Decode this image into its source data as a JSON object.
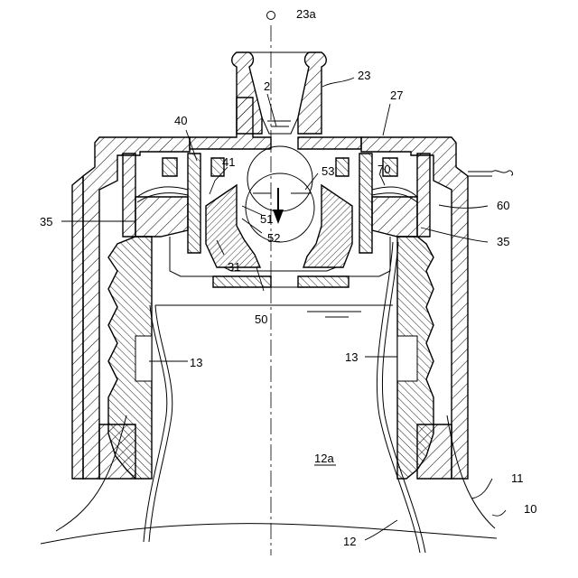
{
  "figure": {
    "labels": {
      "l23a": "23a",
      "l23": "23",
      "l2": "2",
      "l27": "27",
      "l40": "40",
      "l41": "41",
      "l53": "53",
      "l70": "70",
      "l60": "60",
      "l35_left": "35",
      "l35_right": "35",
      "l51": "51",
      "l52": "52",
      "l31": "31",
      "l50": "50",
      "l13_left": "13",
      "l13_right": "13",
      "l12a": "12a",
      "l11": "11",
      "l10": "10",
      "l12": "12"
    },
    "colors": {
      "line": "#000000",
      "background": "#ffffff",
      "hatch": "#000000"
    }
  }
}
